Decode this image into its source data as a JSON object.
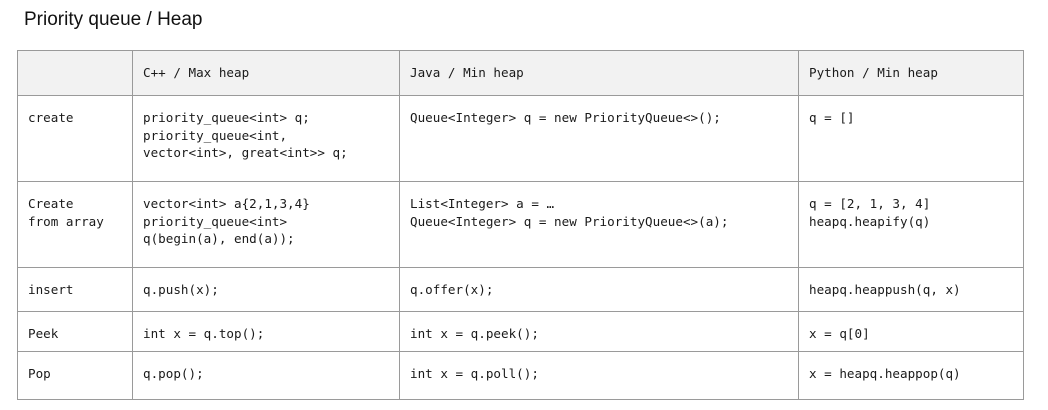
{
  "page": {
    "title": "Priority queue / Heap"
  },
  "table": {
    "headers": [
      "",
      "C++ / Max heap",
      "Java / Min heap",
      "Python / Min heap"
    ],
    "rows": [
      {
        "operation": "create",
        "cpp": "priority_queue<int> q;\npriority_queue<int,\nvector<int>, great<int>> q;",
        "java": "Queue<Integer> q = new PriorityQueue<>();",
        "python": "q = []"
      },
      {
        "operation": "Create\nfrom array",
        "cpp": "vector<int> a{2,1,3,4}\npriority_queue<int>\nq(begin(a), end(a));",
        "java": "List<Integer> a = …\nQueue<Integer> q = new PriorityQueue<>(a);",
        "python": "q = [2, 1, 3, 4]\nheapq.heapify(q)"
      },
      {
        "operation": "insert",
        "cpp": "q.push(x);",
        "java": "q.offer(x);",
        "python": "heapq.heappush(q, x)"
      },
      {
        "operation": "Peek",
        "cpp": "int x = q.top();",
        "java": "int x = q.peek();",
        "python": "x = q[0]"
      },
      {
        "operation": "Pop",
        "cpp": "q.pop();",
        "java": "int x = q.poll();",
        "python": "x = heapq.heappop(q)"
      }
    ]
  }
}
